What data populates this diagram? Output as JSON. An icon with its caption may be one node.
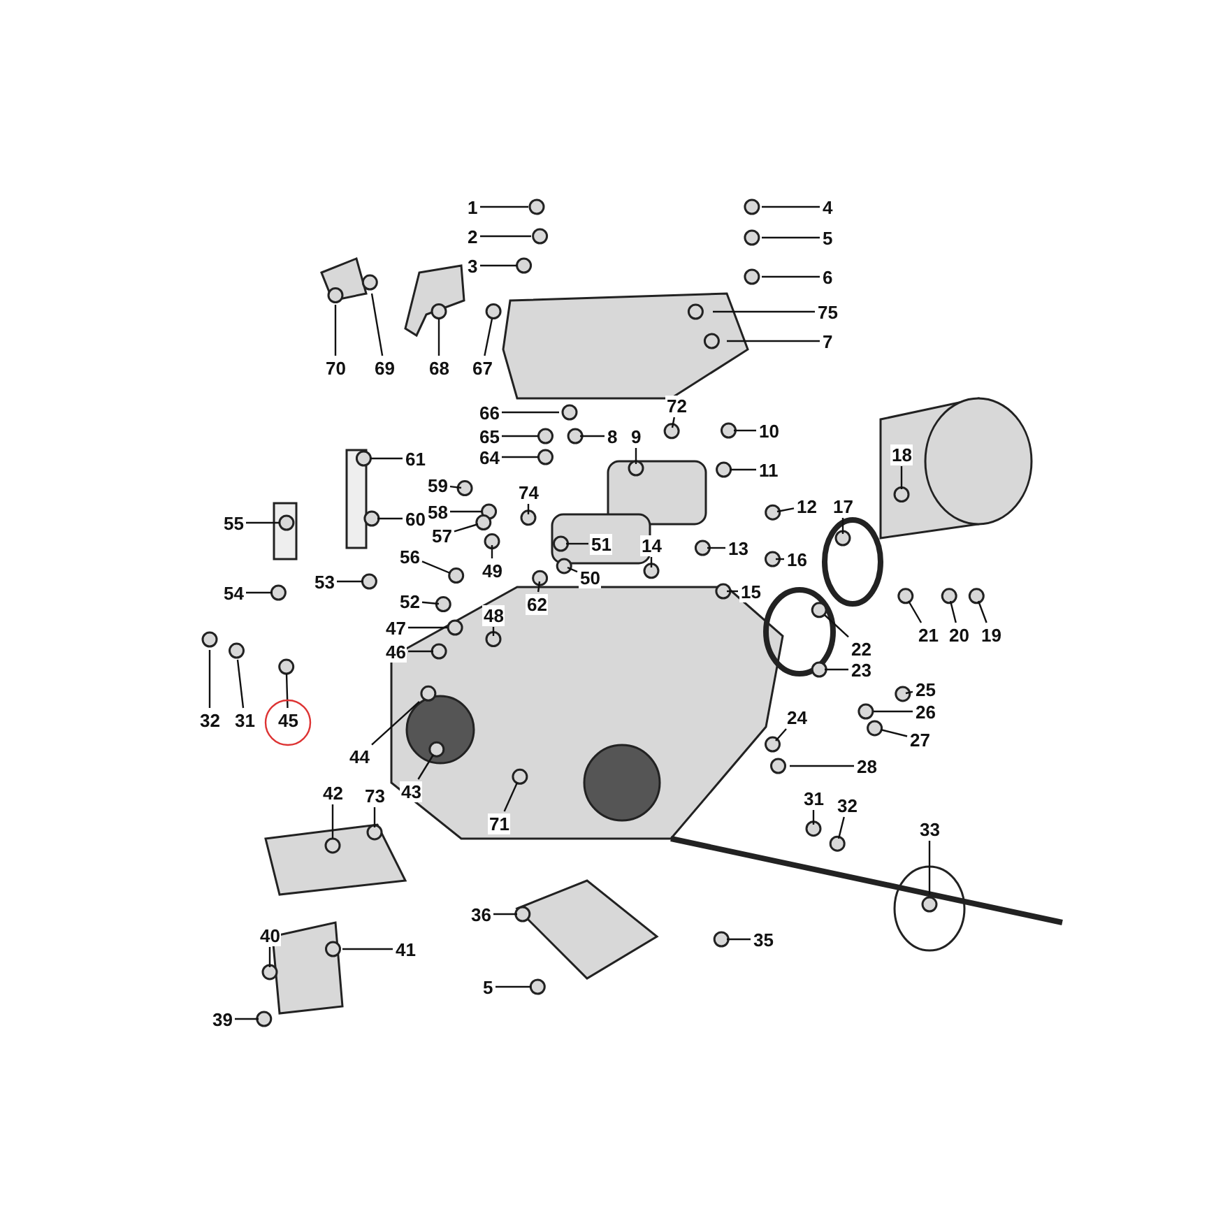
{
  "diagram": {
    "nodes": [
      {
        "text": [
          "1"
        ]
      },
      {
        "text": [
          "4"
        ]
      },
      {
        "text": [
          "2"
        ]
      },
      {
        "text": [
          "5"
        ]
      },
      {
        "text": [
          "3"
        ]
      },
      {
        "text": [
          "6"
        ]
      },
      {
        "text": [
          "75"
        ]
      },
      {
        "text": [
          "7"
        ]
      },
      {
        "text": [
          "70"
        ]
      },
      {
        "text": [
          "69"
        ]
      },
      {
        "text": [
          "68"
        ]
      },
      {
        "text": [
          "67"
        ]
      },
      {
        "text": [
          "72"
        ]
      },
      {
        "text": [
          "66"
        ]
      },
      {
        "text": [
          "10"
        ]
      },
      {
        "text": [
          "65"
        ]
      },
      {
        "text": [
          "8"
        ]
      },
      {
        "text": [
          "9"
        ]
      },
      {
        "text": [
          "18"
        ]
      },
      {
        "text": [
          "64"
        ]
      },
      {
        "text": [
          "61"
        ]
      },
      {
        "text": [
          "11"
        ]
      },
      {
        "text": [
          "59"
        ]
      },
      {
        "text": [
          "74"
        ]
      },
      {
        "text": [
          "12"
        ]
      },
      {
        "text": [
          "17"
        ]
      },
      {
        "text": [
          "58"
        ]
      },
      {
        "text": [
          "55"
        ]
      },
      {
        "text": [
          "60"
        ]
      },
      {
        "text": [
          "57"
        ]
      },
      {
        "text": [
          "13"
        ]
      },
      {
        "text": [
          "51"
        ]
      },
      {
        "text": [
          "49"
        ]
      },
      {
        "text": [
          "14"
        ]
      },
      {
        "text": [
          "56"
        ]
      },
      {
        "text": [
          "16"
        ]
      },
      {
        "text": [
          "50"
        ]
      },
      {
        "text": [
          "53"
        ]
      },
      {
        "text": [
          "52"
        ]
      },
      {
        "text": [
          "15"
        ]
      },
      {
        "text": [
          "54"
        ]
      },
      {
        "text": [
          "62"
        ]
      },
      {
        "text": [
          "48"
        ]
      },
      {
        "text": [
          "47"
        ]
      },
      {
        "text": [
          "21"
        ]
      },
      {
        "text": [
          "20"
        ]
      },
      {
        "text": [
          "19"
        ]
      },
      {
        "text": [
          "22"
        ]
      },
      {
        "text": [
          "46"
        ]
      },
      {
        "text": [
          "23"
        ]
      },
      {
        "text": [
          "25"
        ]
      },
      {
        "text": [
          "26"
        ]
      },
      {
        "text": [
          "32"
        ]
      },
      {
        "text": [
          "31"
        ]
      },
      {
        "text": [
          "45"
        ]
      },
      {
        "text": [
          "24"
        ]
      },
      {
        "text": [
          "27"
        ]
      },
      {
        "text": [
          "44"
        ]
      },
      {
        "text": [
          "28"
        ]
      },
      {
        "text": [
          "43"
        ]
      },
      {
        "text": [
          "42"
        ]
      },
      {
        "text": [
          "73"
        ]
      },
      {
        "text": [
          "31"
        ]
      },
      {
        "text": [
          "32"
        ]
      },
      {
        "text": [
          "71"
        ]
      },
      {
        "text": [
          "33"
        ]
      },
      {
        "text": [
          "36"
        ]
      },
      {
        "text": [
          "40"
        ]
      },
      {
        "text": [
          "35"
        ]
      },
      {
        "text": [
          "41"
        ]
      },
      {
        "text": [
          "5"
        ]
      },
      {
        "text": [
          "39"
        ]
      }
    ],
    "edges": [
      {
        "from": 0,
        "to": null,
        "arrow": "none"
      },
      {
        "from": 1,
        "to": null,
        "arrow": "none"
      },
      {
        "from": 2,
        "to": null,
        "arrow": "none"
      },
      {
        "from": 3,
        "to": null,
        "arrow": "none"
      },
      {
        "from": 4,
        "to": null,
        "arrow": "none"
      },
      {
        "from": 5,
        "to": null,
        "arrow": "none"
      },
      {
        "from": 6,
        "to": null,
        "arrow": "none"
      },
      {
        "from": 7,
        "to": null,
        "arrow": "none"
      },
      {
        "from": 8,
        "to": null,
        "arrow": "none"
      },
      {
        "from": 9,
        "to": null,
        "arrow": "none"
      },
      {
        "from": 10,
        "to": null,
        "arrow": "none"
      },
      {
        "from": 11,
        "to": null,
        "arrow": "none"
      },
      {
        "from": 12,
        "to": null,
        "arrow": "none"
      },
      {
        "from": 13,
        "to": null,
        "arrow": "none"
      },
      {
        "from": 14,
        "to": null,
        "arrow": "none"
      },
      {
        "from": 15,
        "to": null,
        "arrow": "none"
      },
      {
        "from": 16,
        "to": null,
        "arrow": "none"
      },
      {
        "from": 17,
        "to": null,
        "arrow": "none"
      },
      {
        "from": 18,
        "to": null,
        "arrow": "none"
      },
      {
        "from": 19,
        "to": null,
        "arrow": "none"
      },
      {
        "from": 20,
        "to": null,
        "arrow": "none"
      },
      {
        "from": 21,
        "to": null,
        "arrow": "none"
      },
      {
        "from": 22,
        "to": null,
        "arrow": "none"
      },
      {
        "from": 23,
        "to": null,
        "arrow": "none"
      },
      {
        "from": 24,
        "to": null,
        "arrow": "none"
      },
      {
        "from": 25,
        "to": null,
        "arrow": "none"
      },
      {
        "from": 26,
        "to": null,
        "arrow": "none"
      },
      {
        "from": 27,
        "to": null,
        "arrow": "none"
      },
      {
        "from": 28,
        "to": null,
        "arrow": "none"
      },
      {
        "from": 29,
        "to": null,
        "arrow": "none"
      },
      {
        "from": 30,
        "to": null,
        "arrow": "none"
      },
      {
        "from": 31,
        "to": null,
        "arrow": "none"
      },
      {
        "from": 32,
        "to": null,
        "arrow": "none"
      },
      {
        "from": 33,
        "to": null,
        "arrow": "none"
      },
      {
        "from": 34,
        "to": null,
        "arrow": "none"
      },
      {
        "from": 35,
        "to": null,
        "arrow": "none"
      },
      {
        "from": 36,
        "to": null,
        "arrow": "none"
      },
      {
        "from": 37,
        "to": null,
        "arrow": "none"
      },
      {
        "from": 38,
        "to": null,
        "arrow": "none"
      },
      {
        "from": 39,
        "to": null,
        "arrow": "none"
      },
      {
        "from": 40,
        "to": null,
        "arrow": "none"
      },
      {
        "from": 41,
        "to": null,
        "arrow": "none"
      },
      {
        "from": 42,
        "to": null,
        "arrow": "none"
      },
      {
        "from": 43,
        "to": null,
        "arrow": "none"
      },
      {
        "from": 44,
        "to": null,
        "arrow": "none"
      },
      {
        "from": 45,
        "to": null,
        "arrow": "none"
      },
      {
        "from": 46,
        "to": null,
        "arrow": "none"
      },
      {
        "from": 47,
        "to": null,
        "arrow": "none"
      },
      {
        "from": 48,
        "to": null,
        "arrow": "none"
      },
      {
        "from": 49,
        "to": null,
        "arrow": "none"
      },
      {
        "from": 50,
        "to": null,
        "arrow": "none"
      },
      {
        "from": 51,
        "to": null,
        "arrow": "none"
      },
      {
        "from": 52,
        "to": null,
        "arrow": "none"
      },
      {
        "from": 53,
        "to": null,
        "arrow": "none"
      },
      {
        "from": 54,
        "to": null,
        "arrow": "none"
      },
      {
        "from": 55,
        "to": null,
        "arrow": "none"
      },
      {
        "from": 56,
        "to": null,
        "arrow": "none"
      },
      {
        "from": 57,
        "to": null,
        "arrow": "none"
      },
      {
        "from": 58,
        "to": null,
        "arrow": "none"
      },
      {
        "from": 59,
        "to": null,
        "arrow": "none"
      },
      {
        "from": 60,
        "to": null,
        "arrow": "none"
      },
      {
        "from": 61,
        "to": null,
        "arrow": "none"
      },
      {
        "from": 62,
        "to": null,
        "arrow": "none"
      },
      {
        "from": 63,
        "to": null,
        "arrow": "none"
      },
      {
        "from": 64,
        "to": null,
        "arrow": "none"
      },
      {
        "from": 65,
        "to": null,
        "arrow": "none"
      },
      {
        "from": 66,
        "to": null,
        "arrow": "none"
      },
      {
        "from": 67,
        "to": null,
        "arrow": "none"
      },
      {
        "from": 68,
        "to": null,
        "arrow": "none"
      },
      {
        "from": 69,
        "to": null,
        "arrow": "none"
      },
      {
        "from": 70,
        "to": null,
        "arrow": "none"
      },
      {
        "from": 71,
        "to": null,
        "arrow": "none"
      }
    ]
  }
}
